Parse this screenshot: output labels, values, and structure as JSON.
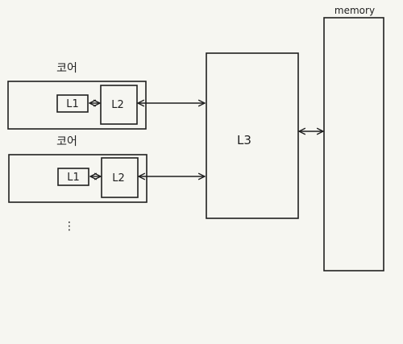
{
  "labels": {
    "core": "코어",
    "l1": "L1",
    "l2": "L2",
    "l3": "L3",
    "memory": "memory",
    "ellipsis": "⋮"
  }
}
